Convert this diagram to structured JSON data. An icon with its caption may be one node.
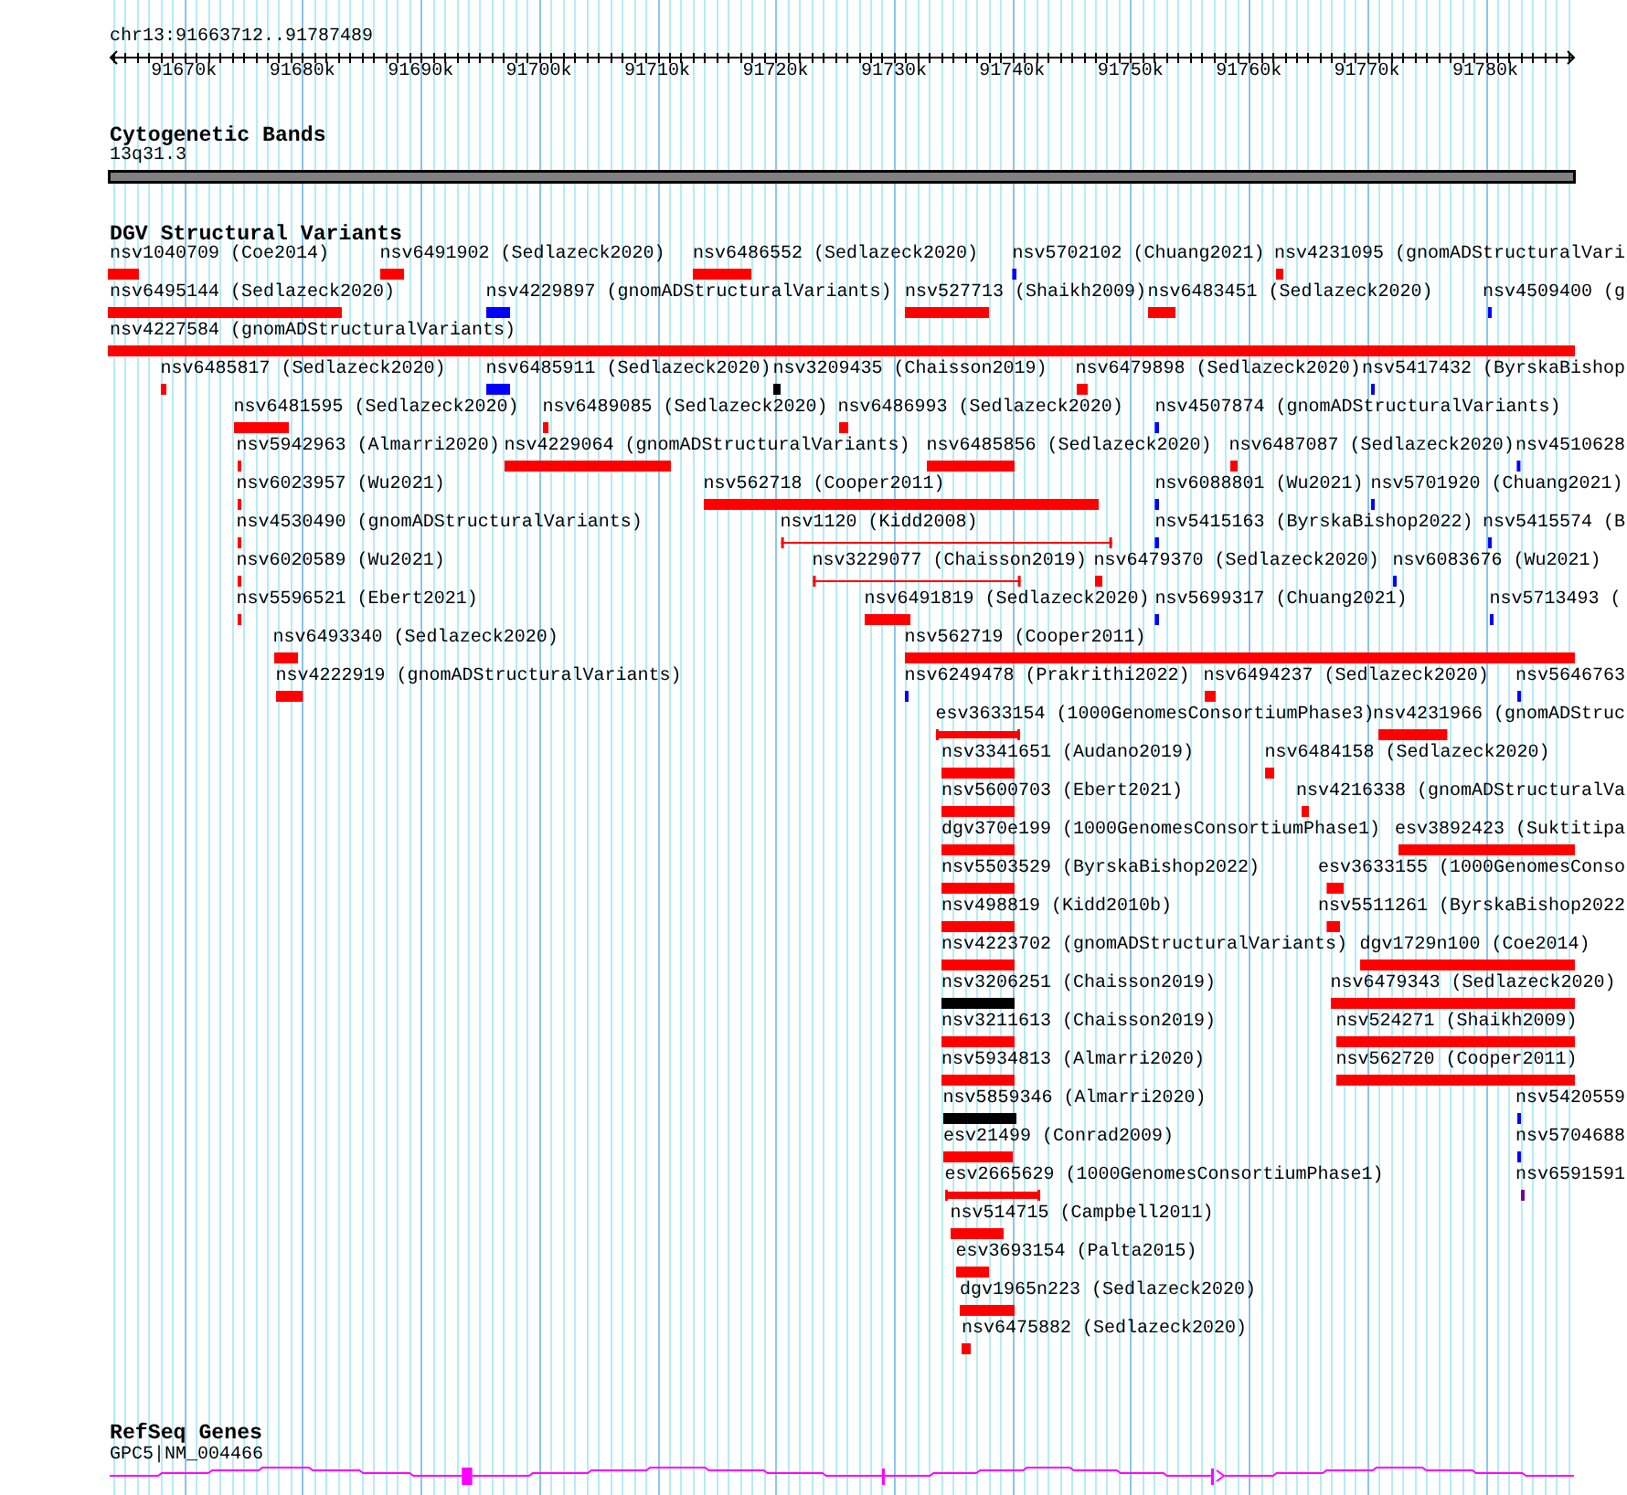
{
  "diagram": {
    "labels": [
      "chr13:91663712..91787489",
      "91670k",
      "91680k",
      "91690k",
      "91700k",
      "91710k",
      "91720k",
      "91730k",
      "91740k",
      "91750k",
      "91760k",
      "91770k",
      "91780k",
      "Cytogenetic Bands",
      "13q31.3",
      "DGV Structural Variants",
      "nsv1040709 (Coe2014)",
      "nsv6491902 (Sedlazeck2020)",
      "nsv6486552 (Sedlazeck2020)",
      "nsv5702102 (Chuang2021)",
      "nsv4231095 (gnomADStructuralVari",
      "nsv6495144 (Sedlazeck2020)",
      "nsv4229897 (gnomADStructuralVariants)",
      "nsv527713 (Shaikh2009)",
      "nsv6483451 (Sedlazeck2020)",
      "nsv4509400 (g",
      "nsv4227584 (gnomADStructuralVariants)",
      "nsv6485817 (Sedlazeck2020)",
      "nsv6485911 (Sedlazeck2020)",
      "nsv3209435 (Chaisson2019)",
      "nsv6479898 (Sedlazeck2020)",
      "nsv5417432 (ByrskaBishop",
      "nsv6481595 (Sedlazeck2020)",
      "nsv6489085 (Sedlazeck2020)",
      "nsv6486993 (Sedlazeck2020)",
      "nsv4507874 (gnomADStructuralVariants)",
      "nsv5942963 (Almarri2020)",
      "nsv4229064 (gnomADStructuralVariants)",
      "nsv6485856 (Sedlazeck2020)",
      "nsv6487087 (Sedlazeck2020)",
      "nsv4510628",
      "nsv6023957 (Wu2021)",
      "nsv562718 (Cooper2011)",
      "nsv6088801 (Wu2021)",
      "nsv5701920 (Chuang2021)",
      "nsv4530490 (gnomADStructuralVariants)",
      "nsv1120 (Kidd2008)",
      "nsv5415163 (ByrskaBishop2022)",
      "nsv5415574 (B",
      "nsv6020589 (Wu2021)",
      "nsv3229077 (Chaisson2019)",
      "nsv6479370 (Sedlazeck2020)",
      "nsv6083676 (Wu2021)",
      "nsv5596521 (Ebert2021)",
      "nsv6491819 (Sedlazeck2020)",
      "nsv5699317 (Chuang2021)",
      "nsv5713493 (",
      "nsv6493340 (Sedlazeck2020)",
      "nsv562719 (Cooper2011)",
      "nsv4222919 (gnomADStructuralVariants)",
      "nsv6249478 (Prakrithi2022)",
      "nsv6494237 (Sedlazeck2020)",
      "nsv5646763",
      "esv3633154 (1000GenomesConsortiumPhase3)",
      "nsv4231966 (gnomADStruc",
      "nsv3341651 (Audano2019)",
      "nsv6484158 (Sedlazeck2020)",
      "nsv5600703 (Ebert2021)",
      "nsv4216338 (gnomADStructuralVa",
      "dgv370e199 (1000GenomesConsortiumPhase1)",
      "esv3892423 (Suktitipa",
      "nsv5503529 (ByrskaBishop2022)",
      "esv3633155 (1000GenomesConso",
      "nsv498819 (Kidd2010b)",
      "nsv5511261 (ByrskaBishop2022",
      "nsv4223702 (gnomADStructuralVariants)",
      "dgv1729n100 (Coe2014)",
      "nsv3206251 (Chaisson2019)",
      "nsv6479343 (Sedlazeck2020)",
      "nsv3211613 (Chaisson2019)",
      "nsv524271 (Shaikh2009)",
      "nsv5934813 (Almarri2020)",
      "nsv562720 (Cooper2011)",
      "nsv5859346 (Almarri2020)",
      "nsv5420559",
      "esv21499 (Conrad2009)",
      "nsv5704688",
      "esv2665629 (1000GenomesConsortiumPhase1)",
      "nsv6591591",
      "nsv514715 (Campbell2011)",
      "esv3693154 (Palta2015)",
      "dgv1965n223 (Sedlazeck2020)",
      "nsv6475882 (Sedlazeck2020)",
      "RefSeq Genes",
      "GPC5|NM_004466"
    ]
  }
}
